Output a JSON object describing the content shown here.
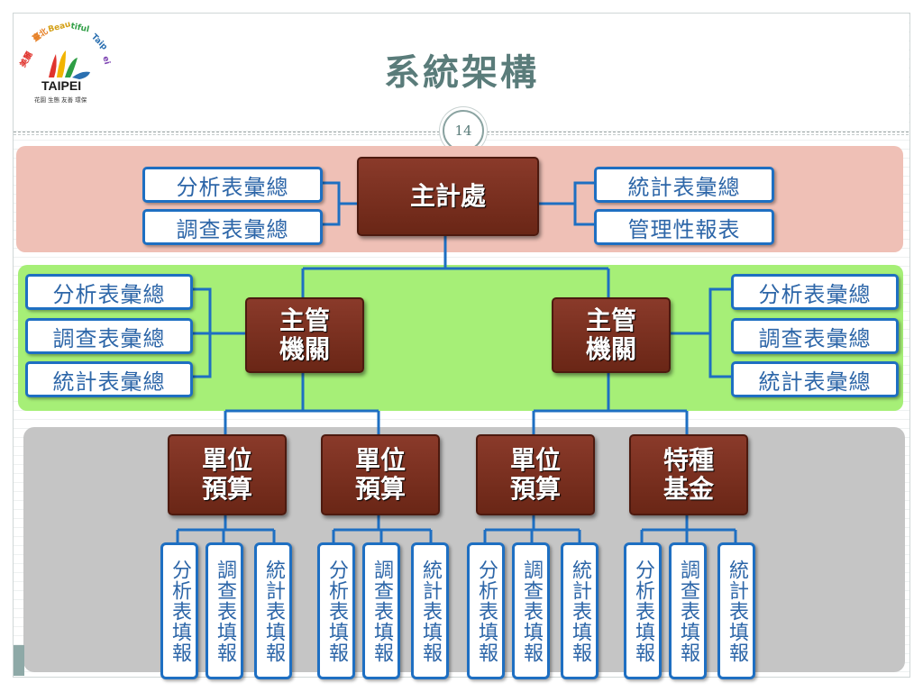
{
  "slide": {
    "title": "系統架構",
    "page_number": "14"
  },
  "logo": {
    "brand": "TAIPEI",
    "tagline": "美麗臺北 Beautiful Taipei",
    "subtitle": "花園 生態 友善 環保"
  },
  "top": {
    "center": "主計處",
    "left": [
      "分析表彙總",
      "調查表彙總"
    ],
    "right": [
      "統計表彙總",
      "管理性報表"
    ]
  },
  "middle": {
    "nodes": [
      {
        "label_line1": "主管",
        "label_line2": "機關"
      },
      {
        "label_line1": "主管",
        "label_line2": "機關"
      }
    ],
    "left_boxes": [
      "分析表彙總",
      "調查表彙總",
      "統計表彙總"
    ],
    "right_boxes": [
      "分析表彙總",
      "調查表彙總",
      "統計表彙總"
    ]
  },
  "bottom": {
    "units": [
      {
        "line1": "單位",
        "line2": "預算",
        "reports": [
          "分析表填報",
          "調查表填報",
          "統計表填報"
        ]
      },
      {
        "line1": "單位",
        "line2": "預算",
        "reports": [
          "分析表填報",
          "調查表填報",
          "統計表填報"
        ]
      },
      {
        "line1": "單位",
        "line2": "預算",
        "reports": [
          "分析表填報",
          "調查表填報",
          "統計表填報"
        ]
      },
      {
        "line1": "特種",
        "line2": "基金",
        "reports": [
          "分析表填報",
          "調查表填報",
          "統計表填報"
        ]
      }
    ]
  },
  "colors": {
    "band_top": "#efc0b6",
    "band_middle": "#a6ef77",
    "band_bottom": "#c5c5c5",
    "node_fill": "#7a2f1f",
    "connector": "#1e6fc2"
  }
}
